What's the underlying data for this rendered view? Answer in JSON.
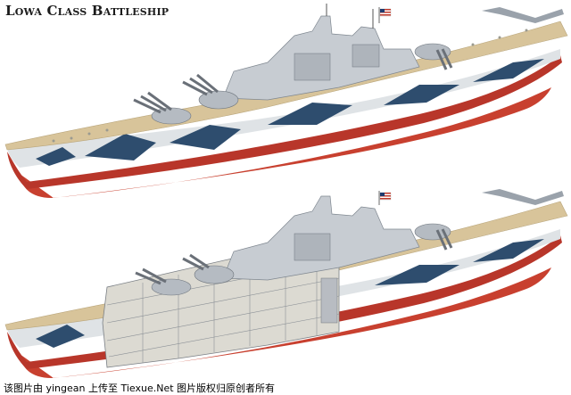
{
  "title": "Lowa Class Battleship",
  "footer": {
    "text": "该图片由 yingean 上传至 Tiexue.Net 图片版权归原创者所有"
  },
  "colors": {
    "hull_red": "#c8402f",
    "deck_tan": "#d8c49a",
    "camo_blue": "#2e4d6e",
    "camo_gray": "#c9cfd6",
    "superstructure": "#c7ccd2",
    "flag_red": "#c0392b"
  },
  "views": [
    {
      "name": "exterior",
      "cutaway": false
    },
    {
      "name": "cutaway",
      "cutaway": true
    }
  ]
}
